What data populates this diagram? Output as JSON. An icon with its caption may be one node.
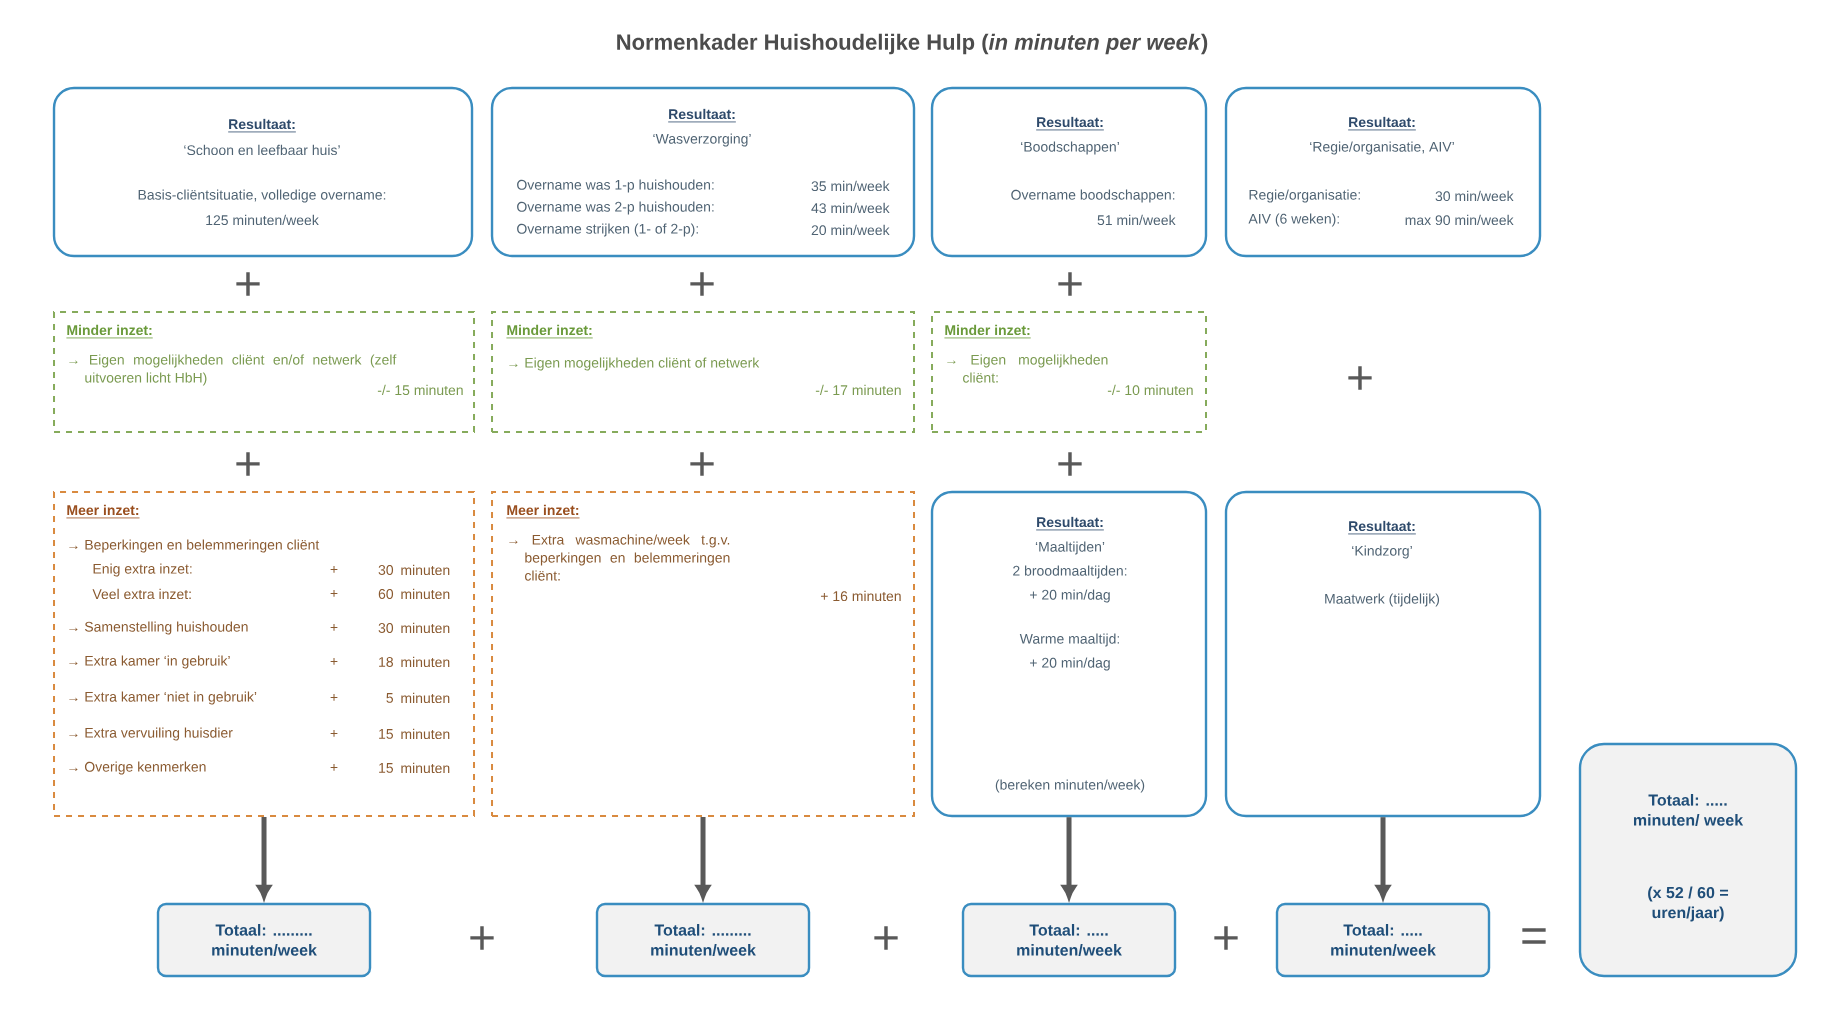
{
  "diagram": {
    "title": "Normenkader Huishoudelijke Hulp (*in minuten per week*)",
    "nodes": [
      {
        "text": [
          "Resultaat:",
          "‘Schoon en leefbaar huis’",
          "Basis-cliëntsituatie, volledige overname:",
          "125 minuten/week"
        ]
      },
      {
        "text": [
          "Resultaat:",
          "‘Wasverzorging’",
          "Overname was 1-p huishouden:",
          "35 min/week",
          "Overname was 2-p huishouden:",
          "43 min/week",
          "Overname strijken (1- of 2-p):",
          "20 min/week"
        ]
      },
      {
        "text": [
          "Resultaat:",
          "‘Boodschappen’",
          "Overname boodschappen:",
          "51 min/week"
        ]
      },
      {
        "text": [
          "Resultaat:",
          "‘Regie/organisatie, AIV’",
          "Regie/organisatie:",
          "30 min/week",
          "AIV (6 weken):",
          "max 90 min/week"
        ]
      },
      {
        "text": [
          "Minder inzet:",
          "→ Eigen mogelijkheden cliënt en/of netwerk (zelf uitvoeren licht HbH)",
          "-/- 15 minuten"
        ]
      },
      {
        "text": [
          "Minder inzet:",
          "→ Eigen mogelijkheden cliënt of netwerk",
          "-/- 17 minuten"
        ]
      },
      {
        "text": [
          "Minder inzet:",
          "→ Eigen mogelijkheden cliënt:",
          "-/- 10 minuten"
        ]
      },
      {
        "text": [
          "Meer inzet:",
          "→ Beperkingen en belemmeringen cliënt",
          "Enig extra inzet:",
          "+",
          "30",
          "minuten",
          "Veel extra inzet:",
          "+",
          "60",
          "minuten",
          "→ Samenstelling huishouden",
          "+",
          "30",
          "minuten",
          "→ Extra kamer ‘in gebruik’",
          "+",
          "18",
          "minuten",
          "→ Extra kamer ‘niet in gebruik’",
          "+",
          "5",
          "minuten",
          "→ Extra vervuiling huisdier",
          "+",
          "15",
          "minuten",
          "→ Overige kenmerken",
          "+",
          "15",
          "minuten"
        ]
      },
      {
        "text": [
          "Meer inzet:",
          "→ Extra wasmachine/week t.g.v. beperkingen en belemmeringen cliënt:",
          "+ 16 minuten"
        ]
      },
      {
        "text": [
          "Resultaat:",
          "‘Maaltijden’",
          "2 broodmaaltijden:",
          "+ 20 min/dag",
          "Warme maaltijd:",
          "+ 20 min/dag",
          "(bereken minuten/week)"
        ]
      },
      {
        "text": [
          "Resultaat:",
          "‘Kindzorg’",
          "Maatwerk (tijdelijk)"
        ]
      },
      {
        "text": [
          "Totaal: ......... minuten/week"
        ]
      },
      {
        "text": [
          "Totaal: ......... minuten/week"
        ]
      },
      {
        "text": [
          "Totaal: ..... minuten/week"
        ]
      },
      {
        "text": [
          "Totaal: ..... minuten/week"
        ]
      },
      {
        "text": [
          "Totaal: ..... minuten/ week",
          "(x 52 / 60 = uren/jaar)"
        ]
      }
    ],
    "edges": [
      {
        "from": 7,
        "to": 11,
        "arrow": "to"
      },
      {
        "from": 8,
        "to": 12,
        "arrow": "to"
      },
      {
        "from": 9,
        "to": 13,
        "arrow": "to"
      },
      {
        "from": 10,
        "to": 14,
        "arrow": "to"
      }
    ],
    "labels": [
      "+",
      "+",
      "+",
      "+",
      "+",
      "+",
      "+",
      "+",
      "+",
      "+",
      "="
    ]
  }
}
